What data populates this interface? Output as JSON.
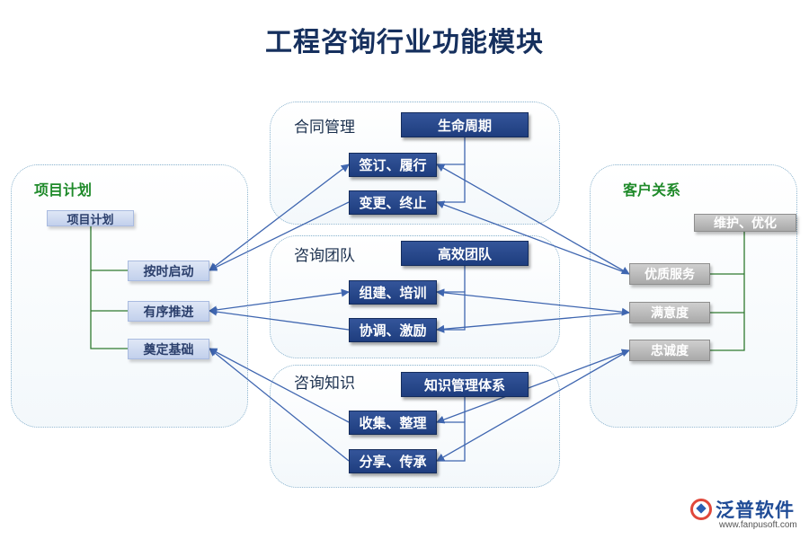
{
  "title": "工程咨询行业功能模块",
  "contract": {
    "title": "合同管理",
    "header": "生命周期",
    "items": [
      "签订、履行",
      "变更、终止"
    ]
  },
  "team": {
    "title": "咨询团队",
    "header": "高效团队",
    "items": [
      "组建、培训",
      "协调、激励"
    ]
  },
  "knowledge": {
    "title": "咨询知识",
    "header": "知识管理体系",
    "items": [
      "收集、整理",
      "分享、传承"
    ]
  },
  "project_plan": {
    "title": "项目计划",
    "header": "项目计划",
    "items": [
      "按时启动",
      "有序推进",
      "奠定基础"
    ]
  },
  "customer": {
    "title": "客户关系",
    "header": "维护、优化",
    "items": [
      "优质服务",
      "满意度",
      "忠诚度"
    ]
  },
  "logo": {
    "name": "泛普软件",
    "url": "www.fanpusoft.com"
  },
  "colors": {
    "dark_box": "#1e3d7e",
    "light_box": "#c2d0ec",
    "grey_box": "#a9a9a9",
    "side_title": "#1f8a2a",
    "arrow": "#3f66b0"
  }
}
